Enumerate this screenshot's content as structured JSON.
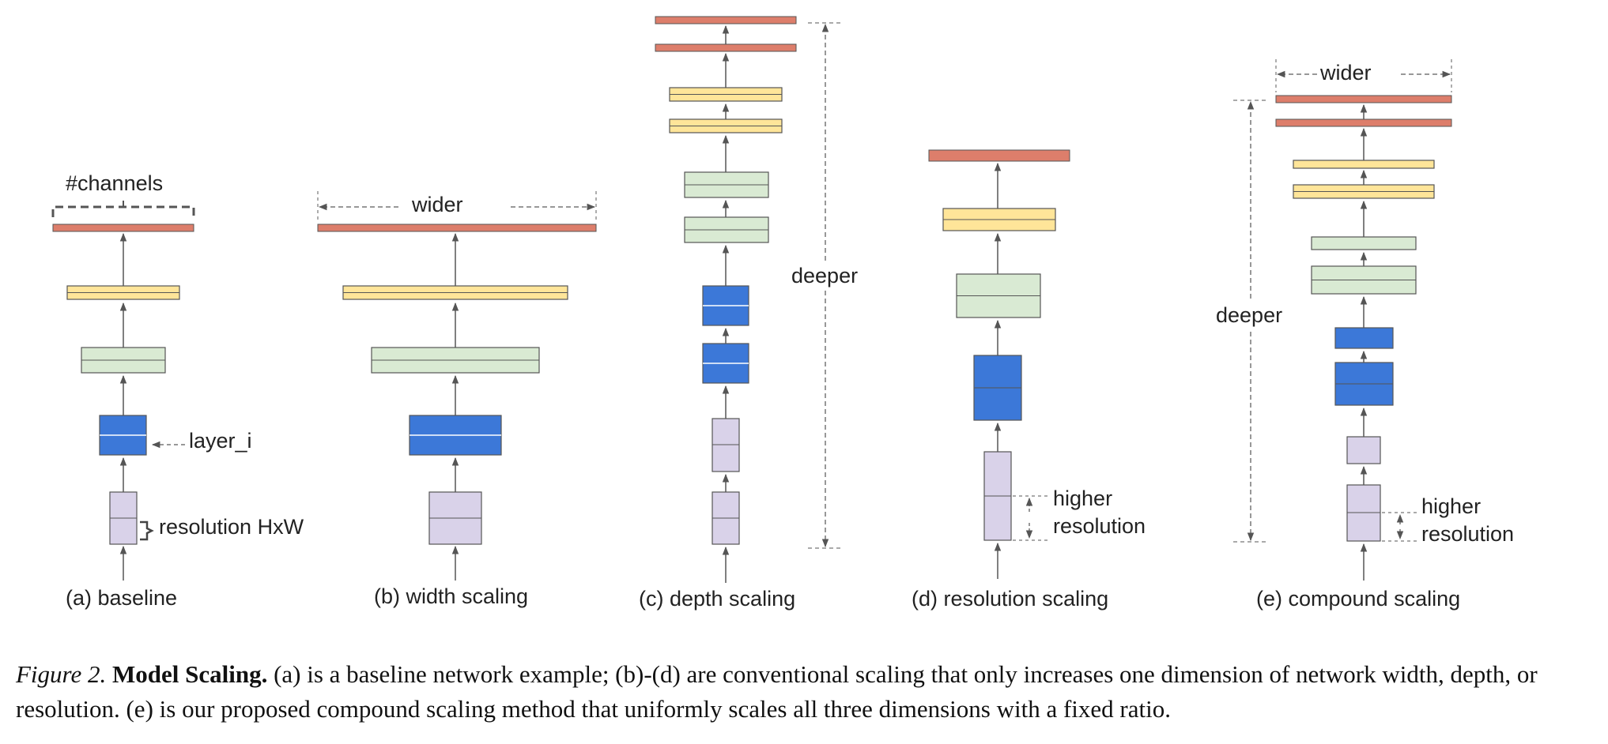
{
  "colors": {
    "red": "#dd7e6b",
    "yellow": "#ffe599",
    "green": "#d9ead3",
    "blue": "#3c78d8",
    "purple": "#d9d2e9",
    "outline": "#555555",
    "dash": "#666666"
  },
  "labels": {
    "channels": "#channels",
    "layer_i": "layer_i",
    "resolution_hxw": "resolution HxW",
    "wider_b": "wider",
    "deeper_c": "deeper",
    "higher_d": "higher",
    "resolution_d": "resolution",
    "wider_e": "wider",
    "deeper_e": "deeper",
    "higher_e": "higher",
    "resolution_e": "resolution"
  },
  "panels": [
    {
      "id": "a",
      "label": "(a) baseline"
    },
    {
      "id": "b",
      "label": "(b) width scaling"
    },
    {
      "id": "c",
      "label": "(c) depth scaling"
    },
    {
      "id": "d",
      "label": "(d) resolution scaling"
    },
    {
      "id": "e",
      "label": "(e) compound scaling"
    }
  ],
  "caption": {
    "figure": "Figure 2.",
    "title": "Model Scaling.",
    "text": " (a) is a baseline network example; (b)-(d) are conventional scaling that only increases one dimension of network width, depth, or resolution. (e) is our proposed compound scaling method that uniformly scales all three dimensions with a fixed ratio."
  }
}
